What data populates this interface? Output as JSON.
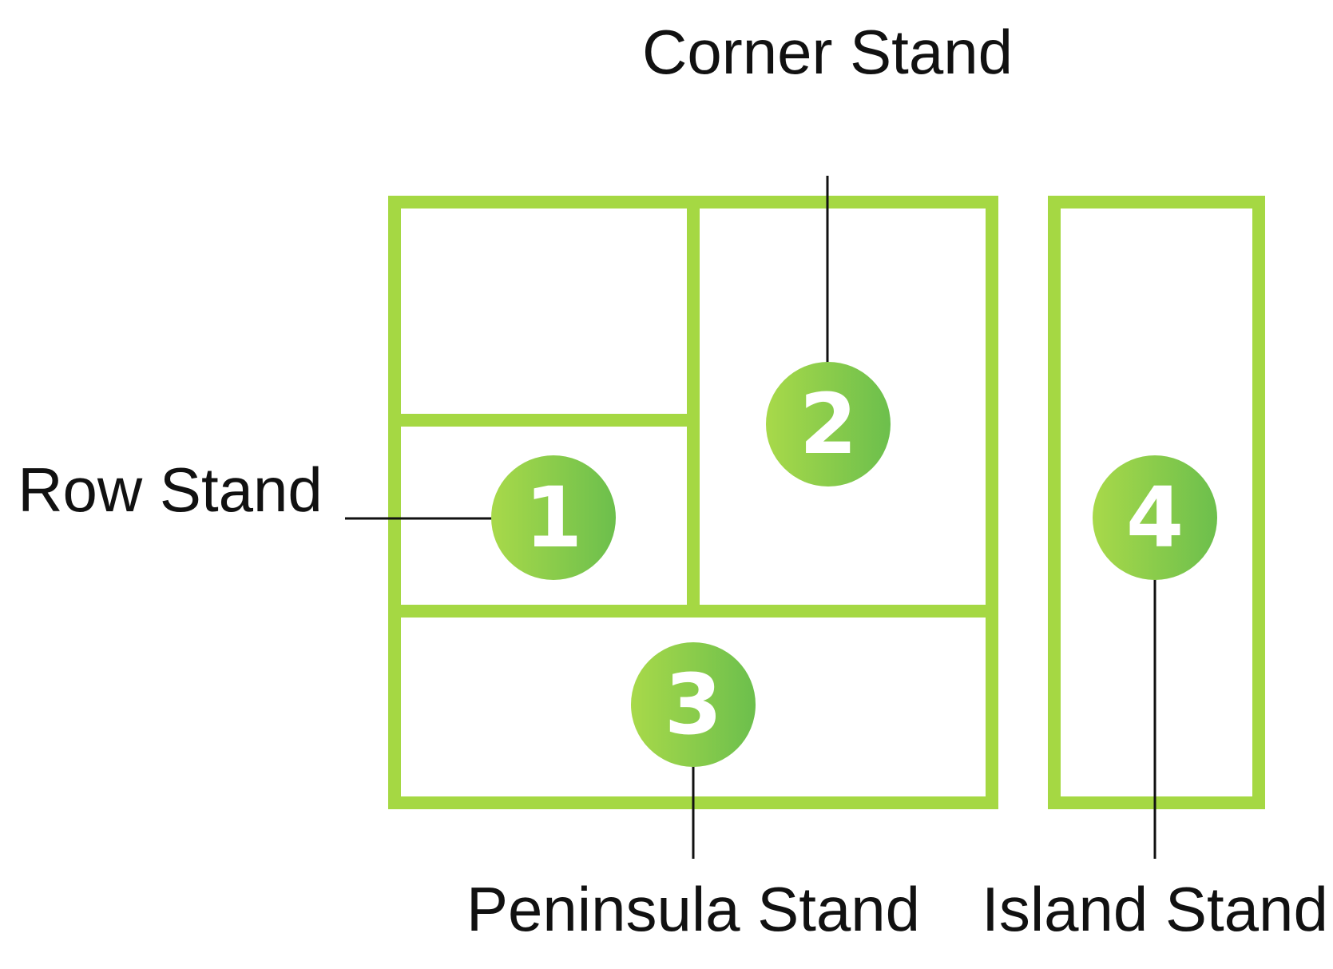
{
  "colors": {
    "booth_outline": "#a5d843",
    "badge_gradient_start": "#a8d94a",
    "badge_gradient_end": "#6cbf4c",
    "label_text": "#111111",
    "badge_text": "#ffffff",
    "background": "#ffffff"
  },
  "labels": {
    "corner": "Corner Stand",
    "row": "Row Stand",
    "peninsula": "Peninsula Stand",
    "island": "Island Stand"
  },
  "badges": {
    "row": "1",
    "corner": "2",
    "peninsula": "3",
    "island": "4"
  }
}
